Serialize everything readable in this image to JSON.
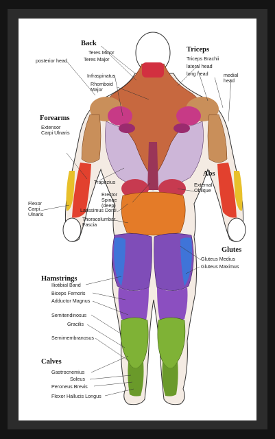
{
  "groups": {
    "back": "Back",
    "triceps": "Triceps",
    "forearms": "Forearms",
    "abs": "Abs",
    "glutes": "Glutes",
    "hamstrings": "Hamstrings",
    "calves": "Calves"
  },
  "labels": {
    "posterior_head": "posterior head",
    "teres_minor": "Teres Minor",
    "teres_major": "Teres Major",
    "infraspinatus": "Infraspinatus",
    "rhomboid_major": "Rhomboid Major",
    "triceps_brachii": "Triceps Brachii",
    "lateral_head": "lateral head",
    "long_head": "long head",
    "medial_head": "medial head",
    "extensor_carpi_ulnaris": "Extensor Carpi Ulnaris",
    "trapezius": "Trapezius",
    "erector_spinae": "Erector Spinae (deep)",
    "latissimus_dorsi": "Latissimus Dorsi",
    "thoracolumbar_fascia": "Thoracolumbar Fascia",
    "external_oblique": "External Oblique",
    "flexor_carpi_ulnaris": "Flexor Carpi Ulnaris",
    "gluteus_medius": "Gluteus Medius",
    "gluteus_maximus": "Gluteus Maximus",
    "iliotibial_band": "Iliotibial Band",
    "biceps_femoris": "Biceps Femoris",
    "adductor_magnus": "Adductor Magnus",
    "semitendinosus": "Semitendinosus",
    "gracilis": "Gracilis",
    "semimembranosus": "Semimembranosus",
    "gastrocnemius": "Gastrocnemius",
    "soleus": "Soleus",
    "peroneus_brevis": "Peroneus Brevis",
    "flexor_hallucis_longus": "Flexor Hallucis Longus"
  },
  "colors": {
    "trapezius": "#c7683f",
    "infraspinatus": "#c73a86",
    "teres": "#9a2b6e",
    "latissimus": "#cdb6d8",
    "fascia": "#e47b28",
    "forearm": "#e2412e",
    "forearm_flexor": "#e8c02a",
    "deltoid": "#c98f5a",
    "glutes": "#7f4db8",
    "glutes_blue": "#3f74d8",
    "hamstring": "#8b4fc0",
    "calves": "#7fb236",
    "neck": "#d23040"
  }
}
